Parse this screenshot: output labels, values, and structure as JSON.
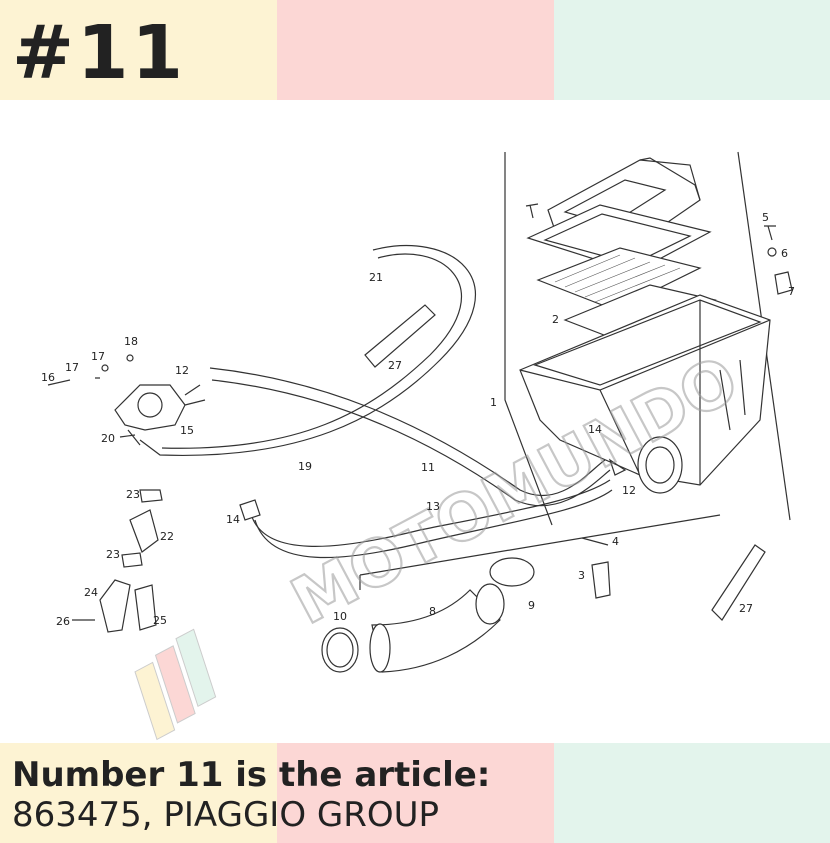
{
  "header": {
    "title": "#11"
  },
  "footer": {
    "line1": "Number 11 is the article:",
    "line2": "863475, PIAGGIO GROUP"
  },
  "colors": {
    "band_yellow": "#fdf3d3",
    "band_pink": "#fcd7d5",
    "band_mint": "#e3f4ec",
    "ink": "#222222"
  },
  "watermark": {
    "text": "MOTOMUNDO"
  },
  "diagram": {
    "labels": [
      "1",
      "2",
      "3",
      "4",
      "5",
      "6",
      "7",
      "8",
      "9",
      "10",
      "11",
      "12",
      "12",
      "13",
      "14",
      "14",
      "15",
      "16",
      "17",
      "17",
      "18",
      "19",
      "20",
      "21",
      "22",
      "23",
      "23",
      "24",
      "25",
      "26",
      "27",
      "27"
    ]
  }
}
